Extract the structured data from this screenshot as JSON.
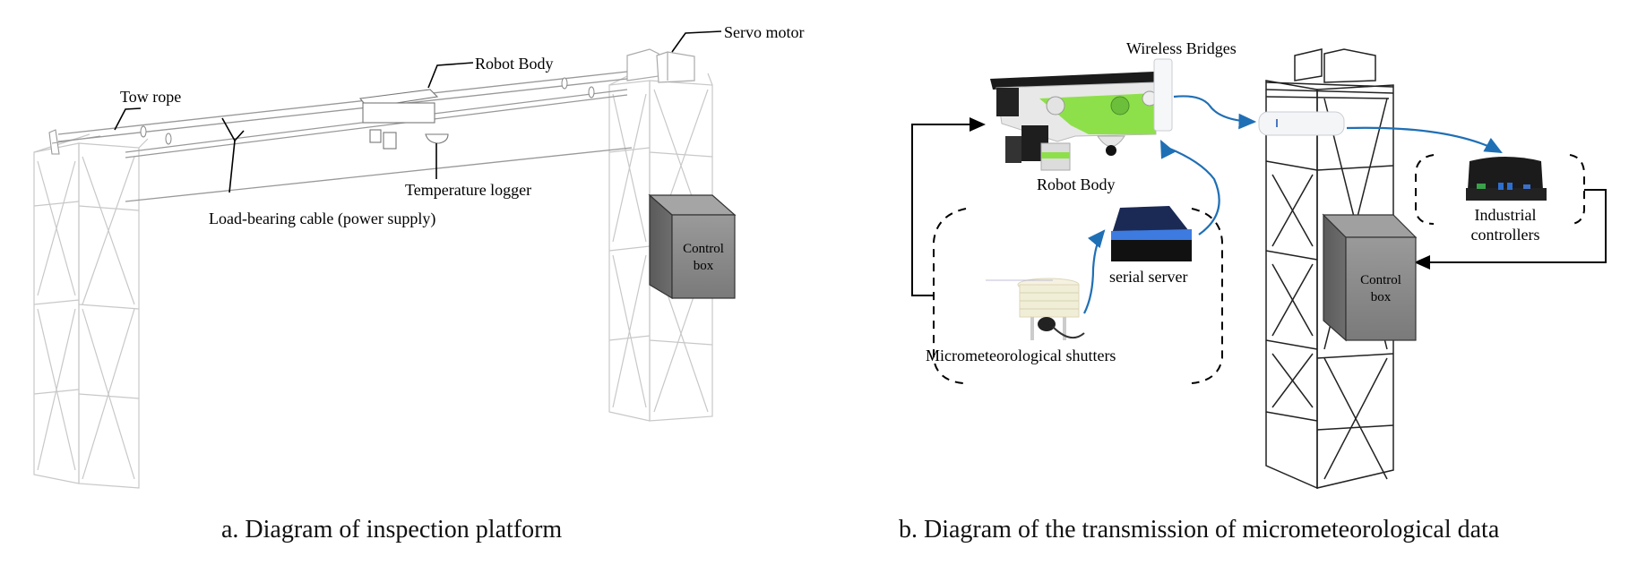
{
  "panel_a": {
    "caption": "a. Diagram of inspection platform",
    "labels": {
      "servo_motor": "Servo motor",
      "robot_body": "Robot Body",
      "tow_rope": "Tow rope",
      "temperature_logger": "Temperature logger",
      "load_bearing_cable": "Load-bearing cable (power supply)",
      "control_box_line1": "Control",
      "control_box_line2": "box"
    }
  },
  "panel_b": {
    "caption": "b. Diagram of the transmission of micrometeorological data",
    "labels": {
      "wireless_bridges": "Wireless Bridges",
      "robot_body": "Robot Body",
      "serial_server": "serial server",
      "micrometeorological_shutters": "Micrometeorological shutters",
      "industrial_controllers_line1": "Industrial",
      "industrial_controllers_line2": "controllers",
      "control_box_line1": "Control",
      "control_box_line2": "box"
    },
    "colors": {
      "data_flow_arrow": "#1f6fb5",
      "control_arrow": "#000000",
      "robot_accent": "#8ee04a"
    }
  }
}
